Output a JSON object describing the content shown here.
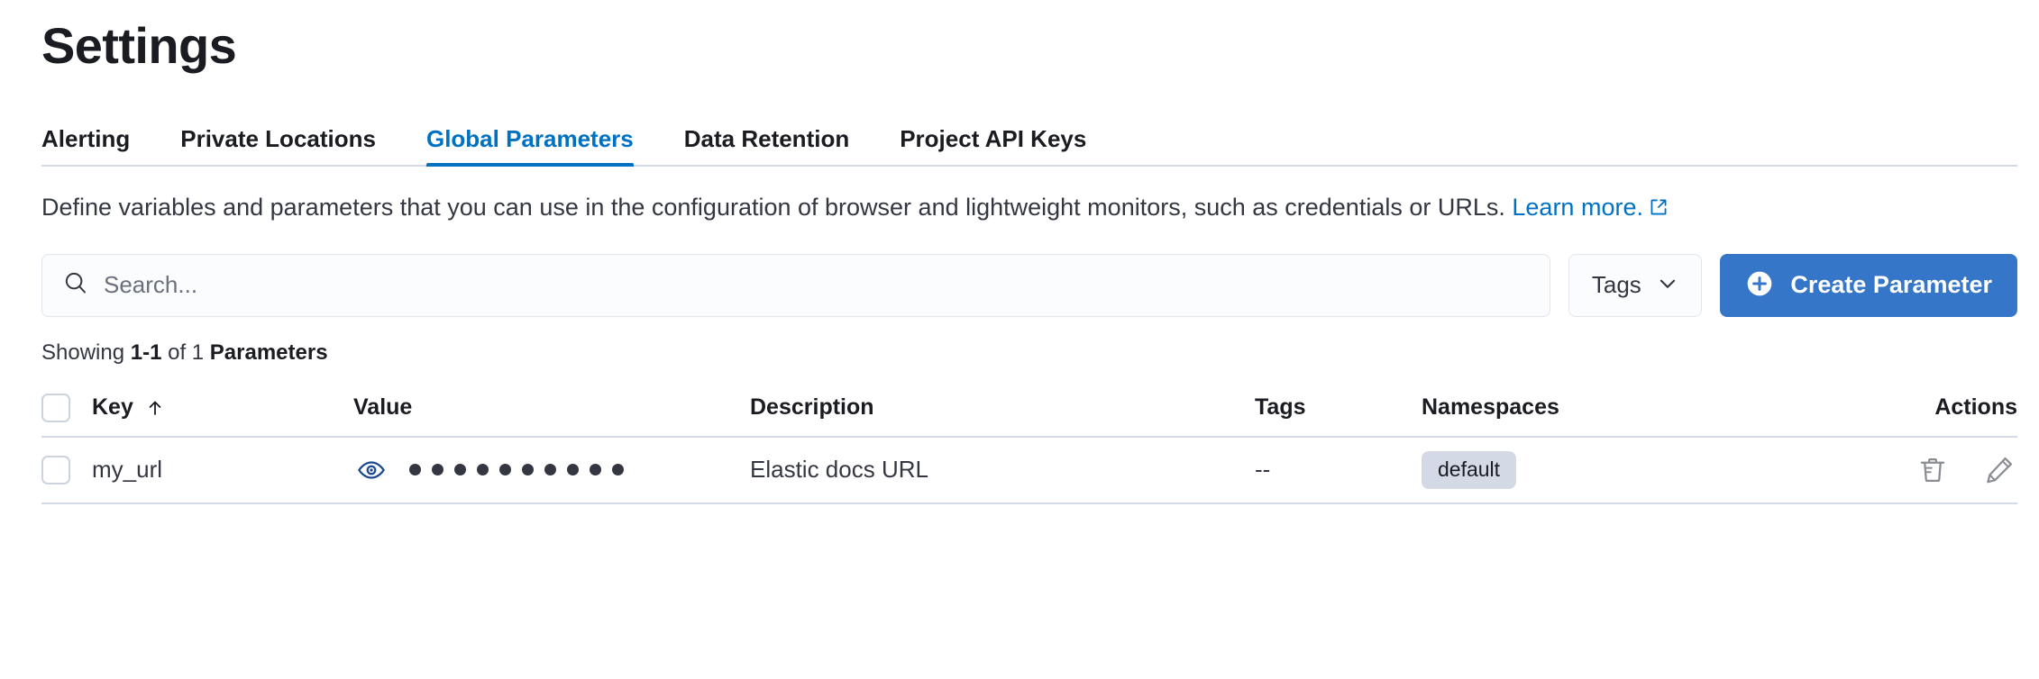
{
  "page": {
    "title": "Settings"
  },
  "tabs": [
    {
      "label": "Alerting",
      "active": false
    },
    {
      "label": "Private Locations",
      "active": false
    },
    {
      "label": "Global Parameters",
      "active": true
    },
    {
      "label": "Data Retention",
      "active": false
    },
    {
      "label": "Project API Keys",
      "active": false
    }
  ],
  "description": {
    "text": "Define variables and parameters that you can use in the configuration of browser and lightweight monitors, such as credentials or URLs.",
    "link_label": "Learn more.",
    "link_icon": "external-link-icon"
  },
  "controls": {
    "search": {
      "placeholder": "Search...",
      "value": "",
      "icon": "search-icon"
    },
    "tags_filter": {
      "label": "Tags",
      "icon": "chevron-down-icon"
    },
    "create_button": {
      "label": "Create Parameter",
      "icon": "plus-circle-icon"
    }
  },
  "results_summary": {
    "prefix": "Showing ",
    "range": "1-1",
    "middle": " of 1 ",
    "noun": "Parameters"
  },
  "table": {
    "columns": [
      {
        "label": "Key",
        "sort": "asc"
      },
      {
        "label": "Value",
        "sort": null
      },
      {
        "label": "Description",
        "sort": null
      },
      {
        "label": "Tags",
        "sort": null
      },
      {
        "label": "Namespaces",
        "sort": null
      },
      {
        "label": "Actions",
        "sort": null
      }
    ],
    "rows": [
      {
        "key": "my_url",
        "value_masked": "••••••••••",
        "value_dot_count": 10,
        "value_toggle_icon": "eye-icon",
        "description": "Elastic docs URL",
        "tags": "--",
        "namespace": "default",
        "actions": [
          "trash-icon",
          "pencil-icon"
        ]
      }
    ]
  },
  "colors": {
    "accent": "#0071c2",
    "primary_button": "#3676c8",
    "border": "#d3dae6",
    "badge_bg": "#d3dae6",
    "eye_icon": "#1d4b8f",
    "text": "#343741"
  }
}
